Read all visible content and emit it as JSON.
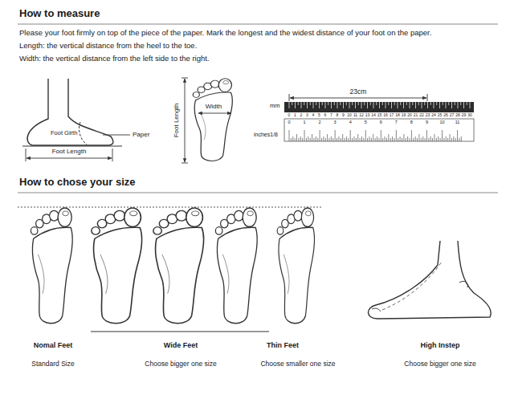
{
  "diagram": {
    "title": "How to measure",
    "labels": [
      "Please your foot firmly on top of the piece of the paper. Mark the longest and the widest distance of your foot on the paper.",
      "Length: the vertical distance from the heel to the toe.",
      "Width:  the vertical distance from the left side to the right.",
      "Foot Girth",
      "Paper",
      "Foot Length",
      "Foot Length",
      "Width",
      "23cm",
      "mm",
      "inches1/8",
      "0",
      "1",
      "2",
      "3",
      "4",
      "5",
      "6",
      "7",
      "8",
      "9",
      "10",
      "11",
      "12",
      "13",
      "14",
      "15",
      "16",
      "17",
      "18",
      "19",
      "20",
      "21",
      "22",
      "23",
      "24",
      "25",
      "26",
      "27",
      "28",
      "29",
      "30",
      "0",
      "1",
      "2",
      "3",
      "4",
      "5",
      "6",
      "7",
      "8",
      "9",
      "10",
      "11",
      "How to chose your size",
      "Nomal Feet",
      "Standard Size",
      "Wide Feet",
      "Choose bigger one size",
      "Thin Feet",
      "Choose smaller one size",
      "High Instep",
      "Choose bigger one size"
    ]
  }
}
